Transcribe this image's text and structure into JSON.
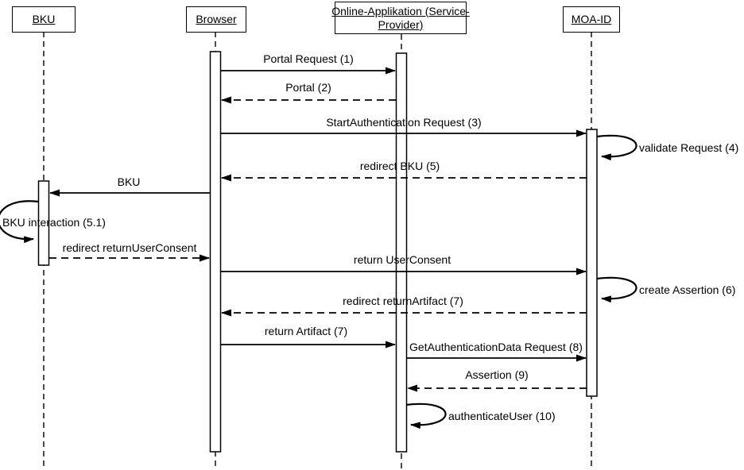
{
  "diagram": {
    "type": "uml-sequence-diagram",
    "colors": {
      "line": "#000000",
      "text": "#000000",
      "background": "#ffffff",
      "activation_fill": "#ffffff"
    },
    "actors": [
      {
        "id": "bku",
        "label": "BKU"
      },
      {
        "id": "browser",
        "label": "Browser"
      },
      {
        "id": "online-app",
        "label": "Online-Applikation (Service-Provider)",
        "lines": [
          "Online-Applikation (Service-",
          "Provider)"
        ]
      },
      {
        "id": "moa-id",
        "label": "MOA-ID"
      }
    ],
    "messages": [
      {
        "label": "Portal Request (1)",
        "from": "Browser",
        "to": "Online-Applikation (Service-Provider)",
        "style": "solid"
      },
      {
        "label": "Portal (2)",
        "from": "Online-Applikation (Service-Provider)",
        "to": "Browser",
        "style": "dashed"
      },
      {
        "label": "StartAuthentication Request (3)",
        "from": "Browser",
        "to": "MOA-ID",
        "style": "solid"
      },
      {
        "label": "validate Request (4)",
        "from": "MOA-ID",
        "to": "MOA-ID",
        "style": "self"
      },
      {
        "label": "redirect BKU (5)",
        "from": "MOA-ID",
        "to": "Browser",
        "style": "dashed"
      },
      {
        "label": "BKU",
        "from": "Browser",
        "to": "BKU",
        "style": "solid"
      },
      {
        "label": "BKU interaction (5.1)",
        "from": "BKU",
        "to": "BKU",
        "style": "self"
      },
      {
        "label": "redirect returnUserConsent",
        "from": "BKU",
        "to": "Browser",
        "style": "dashed"
      },
      {
        "label": "return UserConsent",
        "from": "Browser",
        "to": "MOA-ID",
        "style": "solid"
      },
      {
        "label": "create Assertion (6)",
        "from": "MOA-ID",
        "to": "MOA-ID",
        "style": "self"
      },
      {
        "label": "redirect returnArtifact (7)",
        "from": "MOA-ID",
        "to": "Browser",
        "style": "dashed"
      },
      {
        "label": "return Artifact (7)",
        "from": "Browser",
        "to": "Online-Applikation (Service-Provider)",
        "style": "solid"
      },
      {
        "label": "GetAuthenticationData Request (8)",
        "from": "Online-Applikation (Service-Provider)",
        "to": "MOA-ID",
        "style": "solid"
      },
      {
        "label": "Assertion (9)",
        "from": "MOA-ID",
        "to": "Online-Applikation (Service-Provider)",
        "style": "dashed"
      },
      {
        "label": "authenticateUser (10)",
        "from": "Online-Applikation (Service-Provider)",
        "to": "Online-Applikation (Service-Provider)",
        "style": "self"
      }
    ]
  }
}
